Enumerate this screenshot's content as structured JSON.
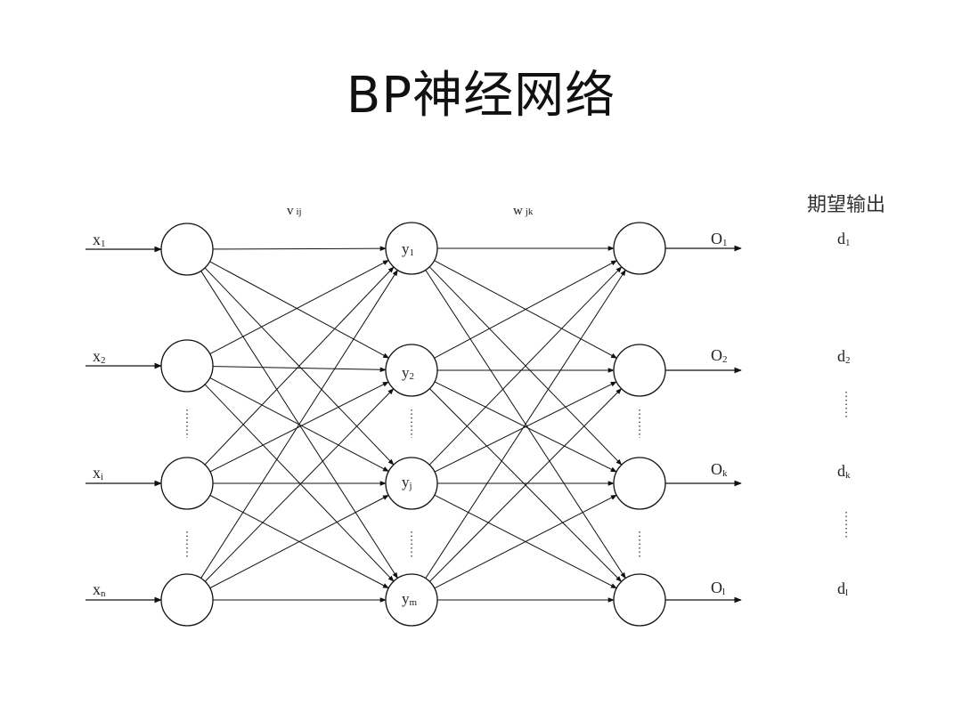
{
  "title": "BP神经网络",
  "weights": {
    "input_hidden": "v",
    "input_hidden_sub": "ij",
    "hidden_output": "w",
    "hidden_output_sub": "jk"
  },
  "expected_header": "期望输出",
  "input_labels": [
    {
      "base": "x",
      "sub": "1"
    },
    {
      "base": "x",
      "sub": "2"
    },
    {
      "base": "x",
      "sub": "i"
    },
    {
      "base": "x",
      "sub": "n"
    }
  ],
  "hidden_labels": [
    {
      "base": "y",
      "sub": "1"
    },
    {
      "base": "y",
      "sub": "2"
    },
    {
      "base": "y",
      "sub": "j"
    },
    {
      "base": "y",
      "sub": "m"
    }
  ],
  "output_labels": [
    {
      "base": "O",
      "sub": "1"
    },
    {
      "base": "O",
      "sub": "2"
    },
    {
      "base": "O",
      "sub": "k"
    },
    {
      "base": "O",
      "sub": "l"
    }
  ],
  "expected_labels": [
    {
      "base": "d",
      "sub": "1"
    },
    {
      "base": "d",
      "sub": "2"
    },
    {
      "base": "d",
      "sub": "k"
    },
    {
      "base": "d",
      "sub": "l"
    }
  ],
  "colors": {
    "stroke": "#111111",
    "background": "#ffffff"
  }
}
